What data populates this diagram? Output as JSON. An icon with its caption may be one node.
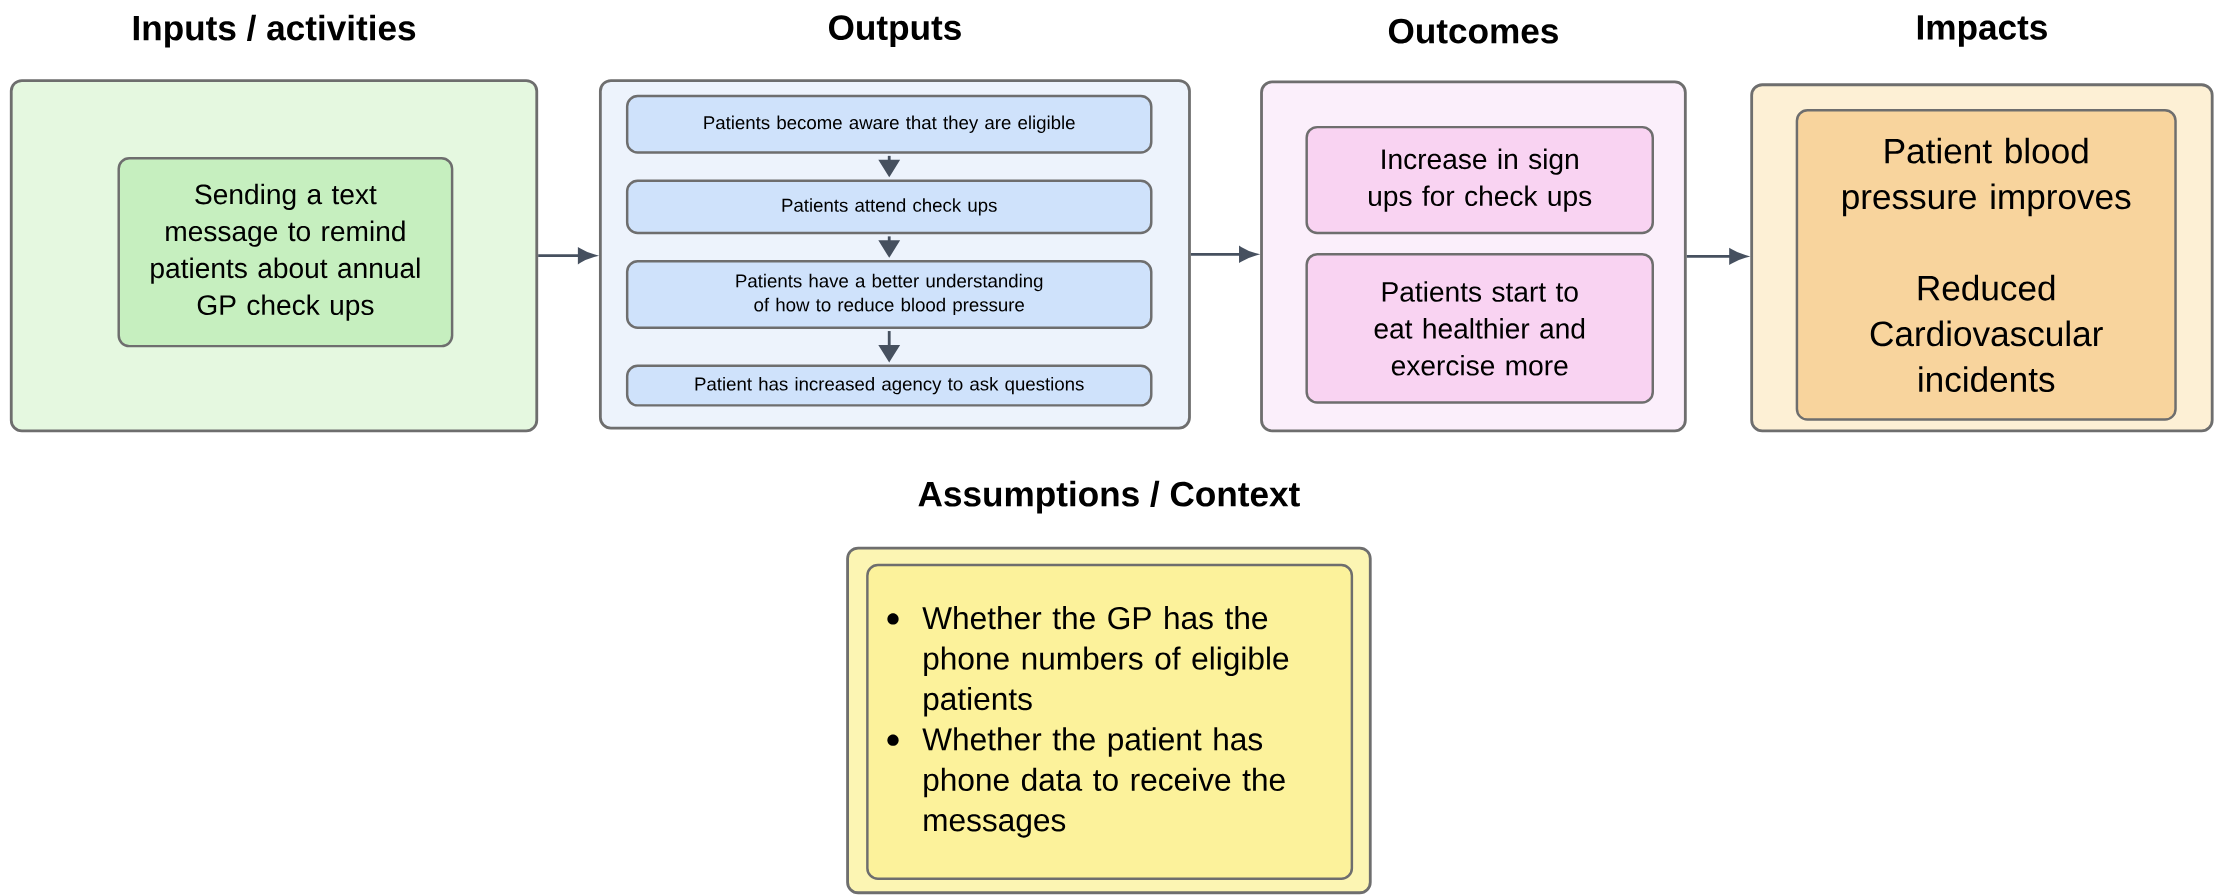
{
  "diagram": {
    "nodes": [
      {
        "text": [
          "Inputs / activities"
        ]
      },
      {
        "text": [
          "Sending a text message to remind patients about annual GP check ups"
        ],
        "in": 0
      },
      {
        "text": [
          "Outputs"
        ]
      },
      {
        "text": [
          "Patients become aware that they are eligible"
        ],
        "in": 2
      },
      {
        "text": [
          "Patients attend check ups"
        ],
        "in": 2
      },
      {
        "text": [
          "Patients have a better understanding of how to reduce blood pressure"
        ],
        "in": 2
      },
      {
        "text": [
          "Patient has increased agency to ask questions"
        ],
        "in": 2
      },
      {
        "text": [
          "Outcomes"
        ]
      },
      {
        "text": [
          "Increase in sign ups for check ups"
        ],
        "in": 7
      },
      {
        "text": [
          "Patients start to eat healthier and exercise more"
        ],
        "in": 7
      },
      {
        "text": [
          "Impacts"
        ]
      },
      {
        "text": [
          "Patient blood pressure improves",
          "Reduced Cardiovascular incidents"
        ],
        "in": 10
      },
      {
        "text": [
          "Assumptions / Context"
        ]
      },
      {
        "text": [
          "Whether the GP has the phone numbers of eligible patients",
          "Whether the patient has phone data to receive the messages"
        ],
        "in": 12
      }
    ],
    "edges": [
      {
        "from": 0,
        "to": 2,
        "arrow": "to"
      },
      {
        "from": 2,
        "to": 7,
        "arrow": "to"
      },
      {
        "from": 7,
        "to": 10,
        "arrow": "to"
      },
      {
        "from": 3,
        "to": 4,
        "arrow": "to"
      },
      {
        "from": 4,
        "to": 5,
        "arrow": "to"
      },
      {
        "from": 5,
        "to": 6,
        "arrow": "to"
      }
    ]
  }
}
